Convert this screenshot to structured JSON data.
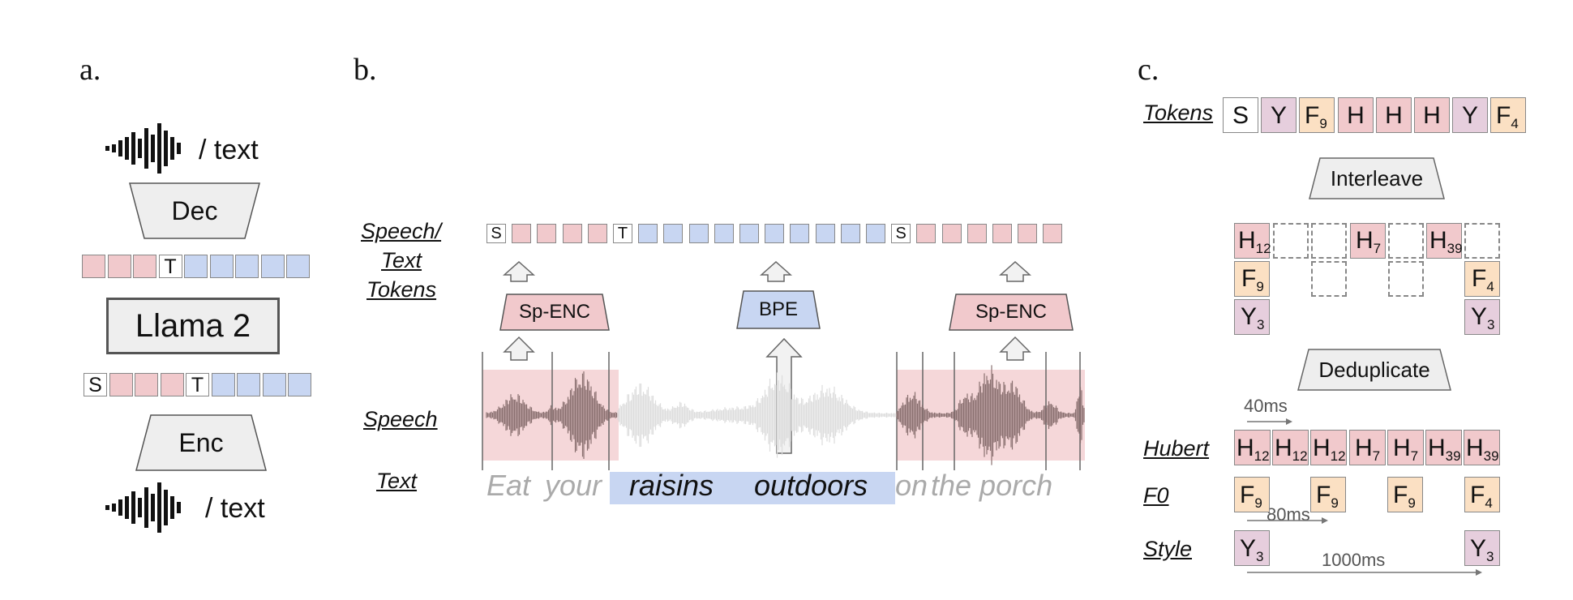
{
  "panels": {
    "a": "a.",
    "b": "b.",
    "c": "c."
  },
  "panel_a": {
    "output_label": "/ text",
    "input_label": "/ text",
    "decoder": "Dec",
    "encoder": "Enc",
    "model": "Llama 2",
    "top_row": [
      "pink",
      "pink",
      "pink",
      "T",
      "blue",
      "blue",
      "blue",
      "blue",
      "blue"
    ],
    "bottom_row": [
      "S",
      "pink",
      "pink",
      "pink",
      "T",
      "blue",
      "blue",
      "blue",
      "blue"
    ]
  },
  "panel_b": {
    "tokens_label_1": "Speech/",
    "tokens_label_2": "Text",
    "tokens_label_3": "Tokens",
    "speech_label": "Speech",
    "text_label": "Text",
    "sp_enc_left": "Sp-ENC",
    "bpe": "BPE",
    "sp_enc_right": "Sp-ENC",
    "token_row": [
      "S",
      "pink",
      "pink",
      "pink",
      "pink",
      "T",
      "blue",
      "blue",
      "blue",
      "blue",
      "blue",
      "blue",
      "blue",
      "blue",
      "blue",
      "blue",
      "S",
      "pink",
      "pink",
      "pink",
      "pink",
      "pink",
      "pink"
    ],
    "words": {
      "eat": "Eat",
      "your": "your",
      "raisins": "raisins",
      "outdoors": "outdoors",
      "on": "on",
      "the_porch": "the porch"
    },
    "colors": {
      "speech_highlight": "#f1c9cc",
      "text_highlight": "#c8d6f2"
    }
  },
  "panel_c": {
    "tokens_label": "Tokens",
    "tokens": [
      {
        "letter": "S",
        "sub": "",
        "color": "white"
      },
      {
        "letter": "Y",
        "sub": "",
        "color": "purple"
      },
      {
        "letter": "F",
        "sub": "9",
        "color": "peach"
      },
      {
        "letter": "H",
        "sub": "",
        "color": "pink"
      },
      {
        "letter": "H",
        "sub": "",
        "color": "pink"
      },
      {
        "letter": "H",
        "sub": "",
        "color": "pink"
      },
      {
        "letter": "Y",
        "sub": "",
        "color": "purple"
      },
      {
        "letter": "F",
        "sub": "4",
        "color": "peach"
      }
    ],
    "interleave": "Interleave",
    "deduplicate": "Deduplicate",
    "grid": {
      "h12": {
        "letter": "H",
        "sub": "12"
      },
      "h7": {
        "letter": "H",
        "sub": "7"
      },
      "h39": {
        "letter": "H",
        "sub": "39"
      },
      "f9": {
        "letter": "F",
        "sub": "9"
      },
      "f4": {
        "letter": "F",
        "sub": "4"
      },
      "y3a": {
        "letter": "Y",
        "sub": "3"
      },
      "y3b": {
        "letter": "Y",
        "sub": "3"
      }
    },
    "hubert_label": "Hubert",
    "f0_label": "F0",
    "style_label": "Style",
    "hubert": [
      {
        "letter": "H",
        "sub": "12"
      },
      {
        "letter": "H",
        "sub": "12"
      },
      {
        "letter": "H",
        "sub": "12"
      },
      {
        "letter": "H",
        "sub": "7"
      },
      {
        "letter": "H",
        "sub": "7"
      },
      {
        "letter": "H",
        "sub": "39"
      },
      {
        "letter": "H",
        "sub": "39"
      }
    ],
    "f0": [
      {
        "letter": "F",
        "sub": "9"
      },
      {
        "letter": "F",
        "sub": "9"
      },
      {
        "letter": "F",
        "sub": "9"
      },
      {
        "letter": "F",
        "sub": "4"
      }
    ],
    "style": [
      {
        "letter": "Y",
        "sub": "3"
      },
      {
        "letter": "Y",
        "sub": "3"
      }
    ],
    "interval_hubert": "40ms",
    "interval_f0": "80ms",
    "interval_style": "1000ms"
  }
}
